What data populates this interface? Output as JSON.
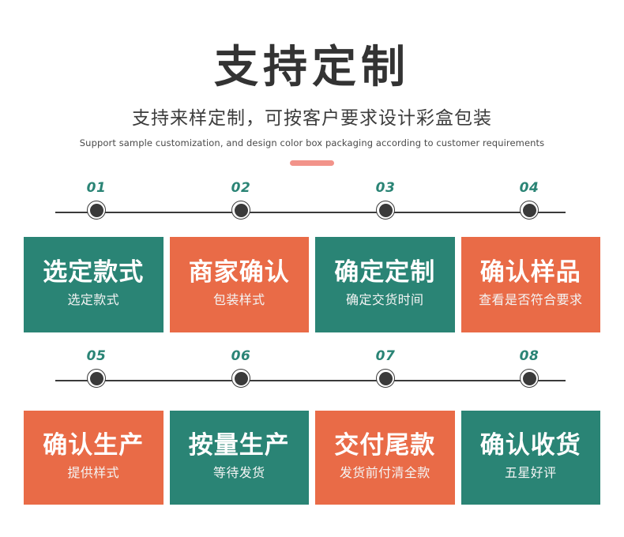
{
  "header": {
    "title": "支持定制",
    "subtitle_cn": "支持来样定制，可按客户要求设计彩盒包装",
    "subtitle_en": "Support sample customization, and design color box packaging according to customer requirements",
    "divider_color": "#F2938A"
  },
  "theme": {
    "teal": "#2A8475",
    "orange": "#E96B47",
    "dark": "#3a3a3a",
    "white": "#ffffff"
  },
  "rows": [
    {
      "steps": [
        {
          "number": "01",
          "title": "选定款式",
          "sub": "选定款式",
          "color": "teal"
        },
        {
          "number": "02",
          "title": "商家确认",
          "sub": "包装样式",
          "color": "orange"
        },
        {
          "number": "03",
          "title": "确定定制",
          "sub": "确定交货时间",
          "color": "teal"
        },
        {
          "number": "04",
          "title": "确认样品",
          "sub": "查看是否符合要求",
          "color": "orange"
        }
      ]
    },
    {
      "steps": [
        {
          "number": "05",
          "title": "确认生产",
          "sub": "提供样式",
          "color": "orange"
        },
        {
          "number": "06",
          "title": "按量生产",
          "sub": "等待发货",
          "color": "teal"
        },
        {
          "number": "07",
          "title": "交付尾款",
          "sub": "发货前付清全款",
          "color": "orange"
        },
        {
          "number": "08",
          "title": "确认收货",
          "sub": "五星好评",
          "color": "teal"
        }
      ]
    }
  ]
}
